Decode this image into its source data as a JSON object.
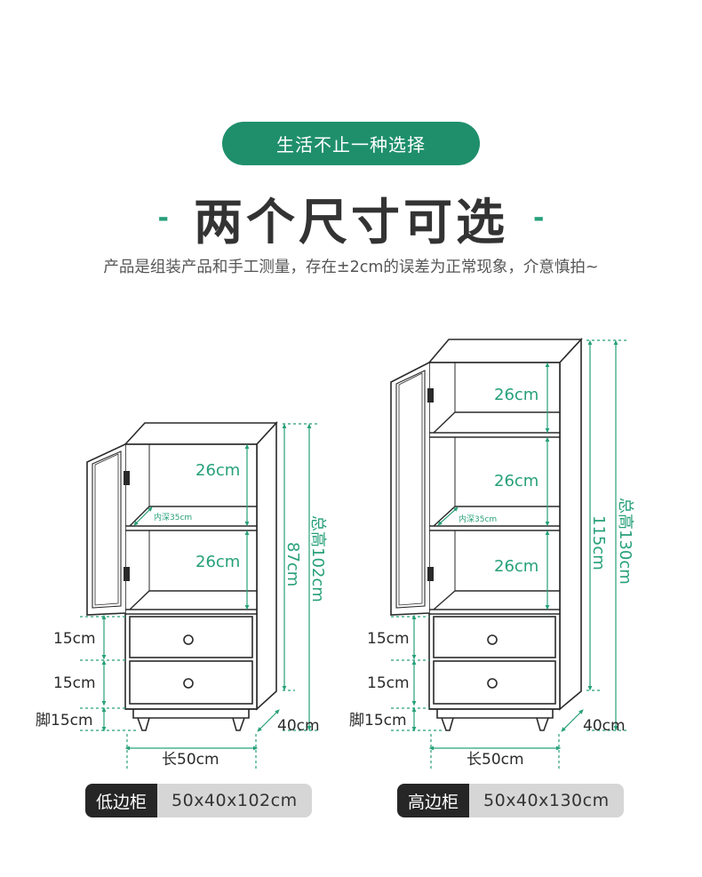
{
  "header": {
    "badge_text": "生活不止一种选择",
    "title": "两个尺寸可选",
    "title_dash": "-",
    "note": "产品是组装产品和手工测量，存在±2cm的误差为正常现象，介意慎拍~"
  },
  "colors": {
    "accent": "#1f8f6b",
    "dimension": "#27a07a",
    "outline": "#2a2a2a",
    "caption_dark": "#262626",
    "caption_light": "#d6d6d6"
  },
  "cabinets": [
    {
      "labels": {
        "shelf_top": "26cm",
        "shelf_mid": "26cm",
        "inner_depth": "内深35cm",
        "drawer_top": "15cm",
        "drawer_bottom": "15cm",
        "leg": "脚15cm",
        "depth": "40cm",
        "width": "长50cm",
        "body_height": "87cm",
        "total_height": "总高102cm"
      },
      "caption": {
        "name": "低边柜",
        "size": "50x40x102cm"
      }
    },
    {
      "labels": {
        "shelf_top": "26cm",
        "shelf_mid": "26cm",
        "shelf_low": "26cm",
        "inner_depth": "内深35cm",
        "drawer_top": "15cm",
        "drawer_bottom": "15cm",
        "leg": "脚15cm",
        "depth": "40cm",
        "width": "长50cm",
        "body_height": "115cm",
        "total_height": "总高130cm"
      },
      "caption": {
        "name": "高边柜",
        "size": "50x40x130cm"
      }
    }
  ]
}
